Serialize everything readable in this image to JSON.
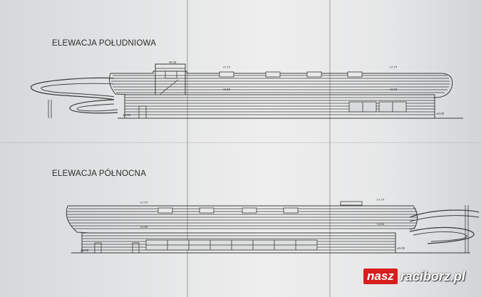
{
  "document": {
    "headings": {
      "south": "ELEWACJA POŁUDNIOWA",
      "north": "ELEWACJA PÓŁNOCNA"
    },
    "south_levels": [
      "+9.33",
      "+7.77",
      "+7.77",
      "+3.60",
      "+3.60",
      "±0.00",
      "±0.00"
    ],
    "north_levels": [
      "+7.77",
      "+7.77",
      "+3.60",
      "+3.60",
      "±0.00",
      "±0.00"
    ]
  },
  "watermark": {
    "part1": "nasz",
    "part2": "raciborz.pl",
    "colors": {
      "red": "#d81e1e",
      "text": "#ffffff"
    }
  }
}
